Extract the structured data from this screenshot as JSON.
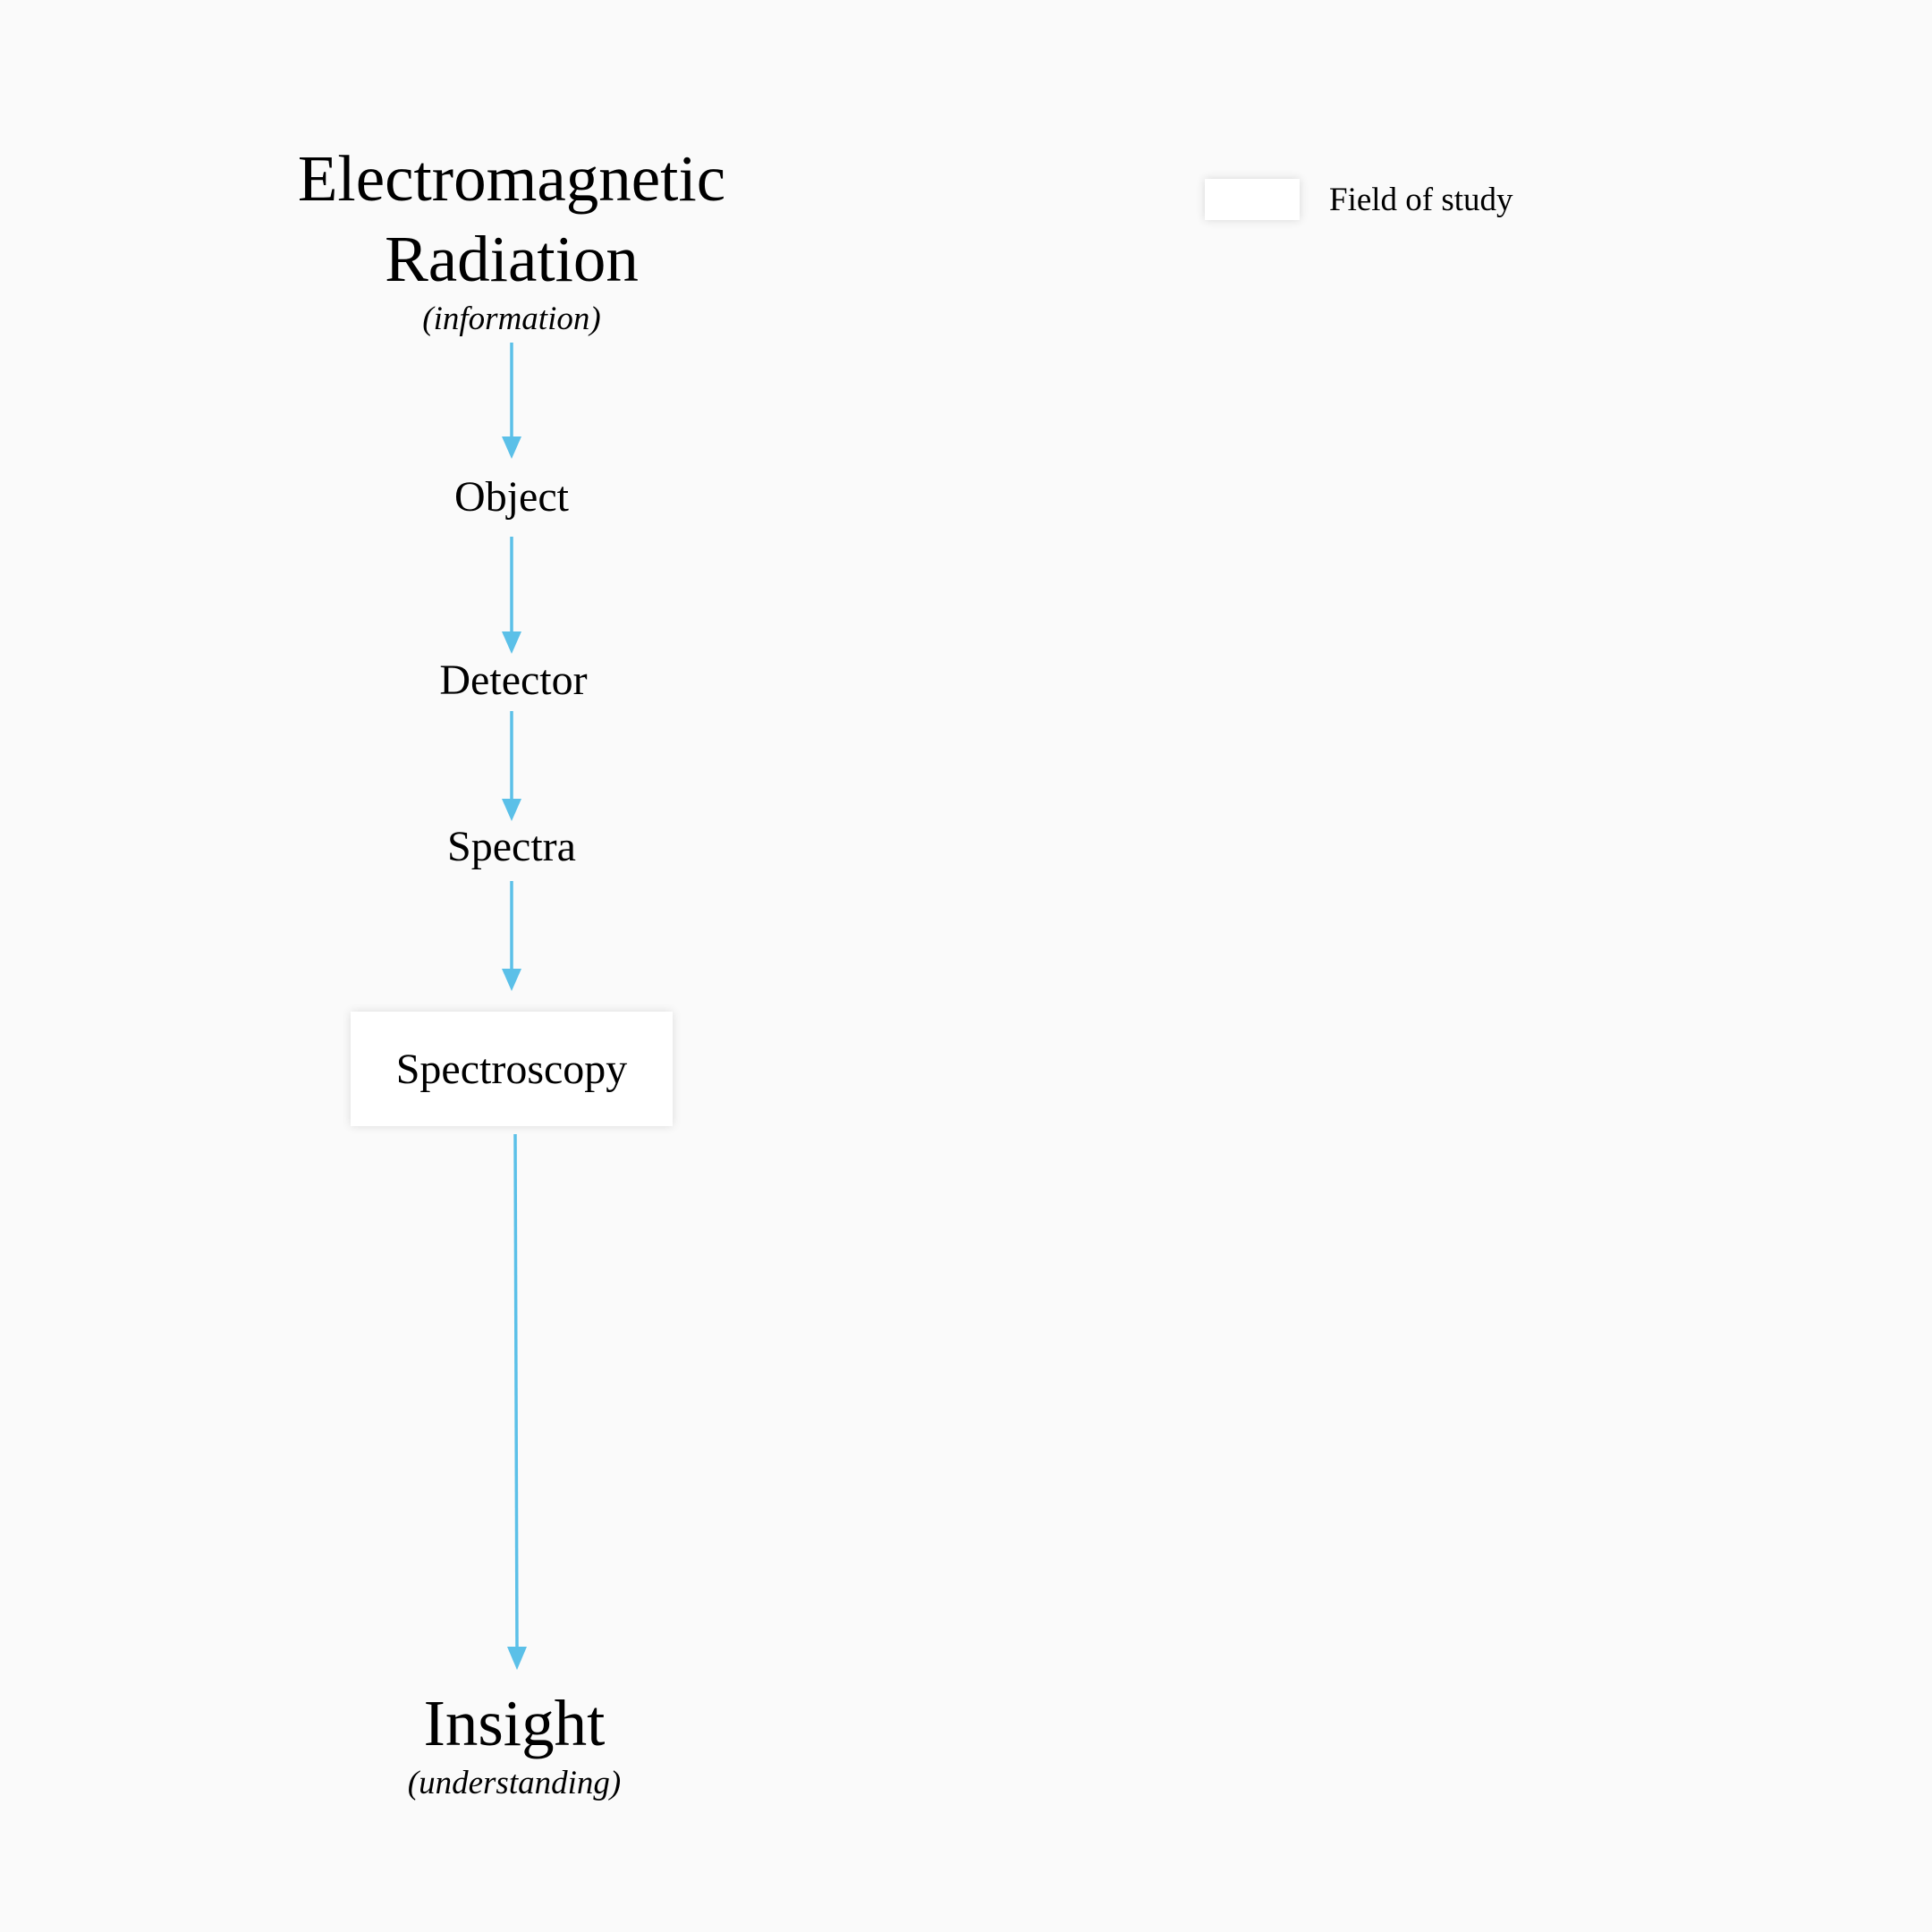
{
  "diagram": {
    "source": {
      "title": "Electromagnetic Radiation",
      "title_line1": "Electromagnetic",
      "title_line2": "Radiation",
      "subtitle": "(information)"
    },
    "steps": [
      {
        "label": "Object"
      },
      {
        "label": "Detector"
      },
      {
        "label": "Spectra"
      },
      {
        "label": "Spectroscopy",
        "type": "field-of-study"
      }
    ],
    "result": {
      "title": "Insight",
      "subtitle": "(understanding)"
    },
    "legend": {
      "items": [
        {
          "label": "Field of study",
          "swatch": "white-box"
        }
      ]
    },
    "colors": {
      "arrow": "#5bc0e8",
      "background": "#fafafa",
      "box_fill": "#ffffff",
      "text": "#000000"
    }
  }
}
